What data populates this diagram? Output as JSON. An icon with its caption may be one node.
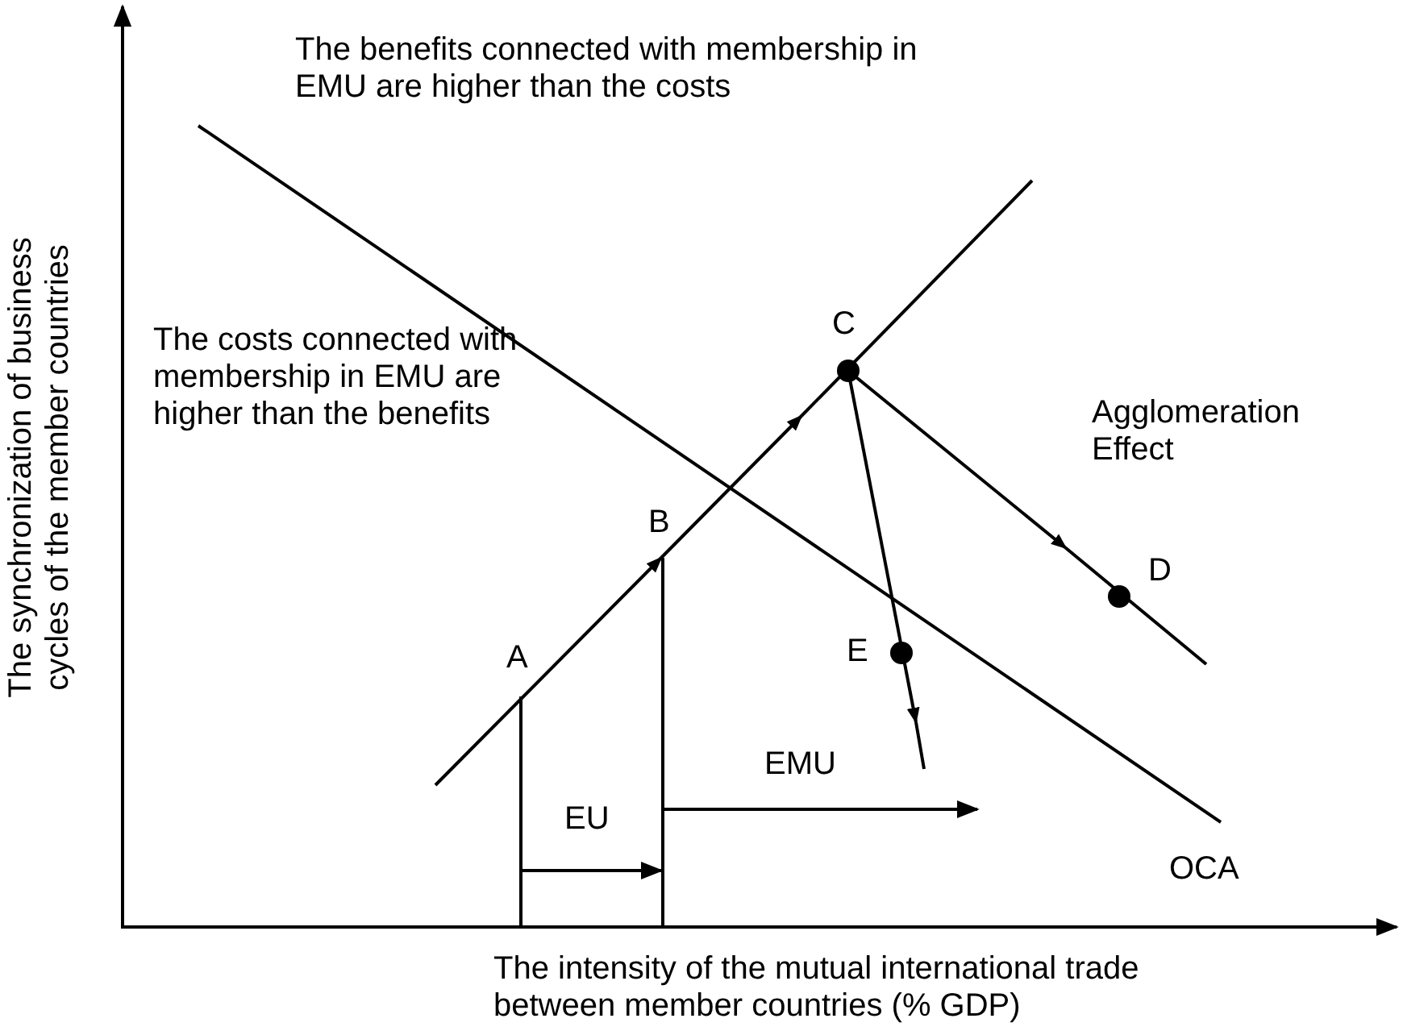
{
  "diagram": {
    "labels": [
      "The benefits connected with membership in EMU are higher than the costs",
      "C",
      "The costs connected with membership in EMU are higher than the benefits",
      "Agglomeration Effect",
      "B",
      "D",
      "A",
      "E",
      "EMU",
      "EU",
      "OCA",
      "The synchronization of business cycles of the member countries",
      "The intensity of the mutual international trade between member countries (% GDP)"
    ]
  }
}
